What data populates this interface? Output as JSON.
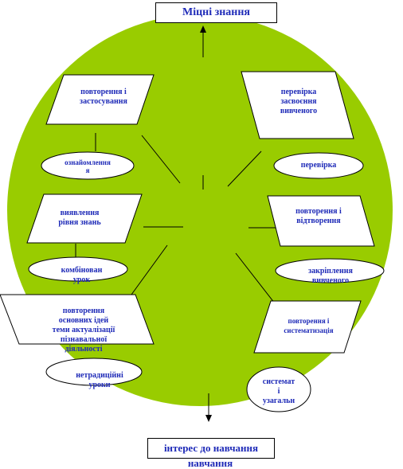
{
  "title": "Міцні знання",
  "bottom_box": "інтерес до навчання",
  "bottom_caption": "навчання",
  "nodes": {
    "povtorennia_zastosuvannia": "повторення і\nзастосування",
    "perevirka_zasvoiennia": "перевірка\nзасвоєння\nвивченого",
    "oznaiomlennia": "ознайомлення\nя",
    "perevirka": "перевірка",
    "vyiavlennia": "виявлення\nрівня знань",
    "povtorennia_vidtvorennia": "повторення і\nвідтворення",
    "kombinovanyi": "комбінован\nурок",
    "zakriplennia": "закріплення\nвивченого",
    "povtorennia_idei": "повторення\nосновних ідей\nтеми актуалізації\nпізнавальної\nдіяльності",
    "povtorennia_systematyzatsiia": "повторення і\nсистематизація",
    "netradytsiini": "нетрадиційні\nуроки",
    "systematyzatsiia": "системат\nі\nузагальн"
  },
  "colors": {
    "circle": "#99cc00",
    "text": "#1f2bb8",
    "line": "#000000",
    "shape_fill": "#ffffff"
  }
}
